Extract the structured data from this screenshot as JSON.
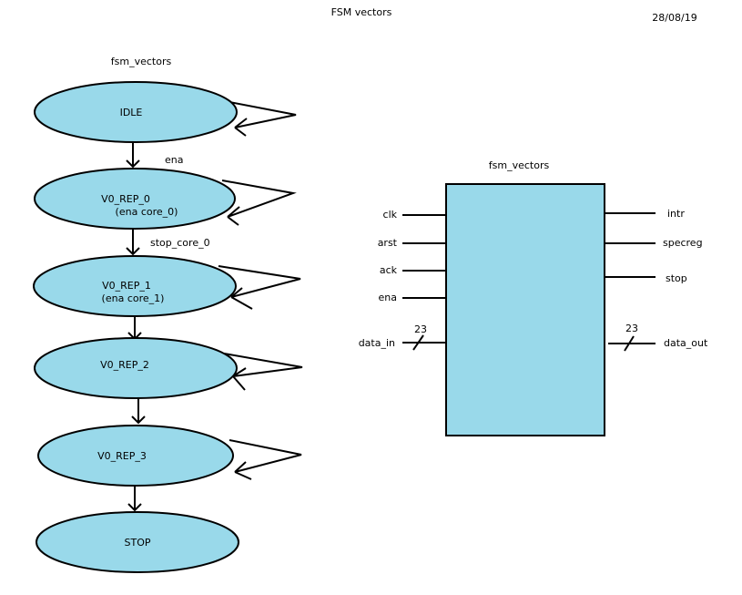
{
  "title": "FSM vectors",
  "date": "28/08/19",
  "state_diagram": {
    "label": "fsm_vectors",
    "states": [
      {
        "name": "IDLE",
        "sub": ""
      },
      {
        "name": "V0_REP_0",
        "sub": "(ena core_0)"
      },
      {
        "name": "V0_REP_1",
        "sub": "(ena core_1)"
      },
      {
        "name": "V0_REP_2",
        "sub": ""
      },
      {
        "name": "V0_REP_3",
        "sub": ""
      },
      {
        "name": "STOP",
        "sub": ""
      }
    ],
    "transitions": [
      "ena",
      "stop_core_0"
    ]
  },
  "block": {
    "name": "fsm_vectors",
    "inputs": [
      "clk",
      "arst",
      "ack",
      "ena",
      "data_in"
    ],
    "outputs": [
      "intr",
      "specreg",
      "stop",
      "data_out"
    ],
    "bus_width_in": "23",
    "bus_width_out": "23"
  },
  "colors": {
    "fill": "#99d9ea",
    "stroke": "#000000"
  }
}
